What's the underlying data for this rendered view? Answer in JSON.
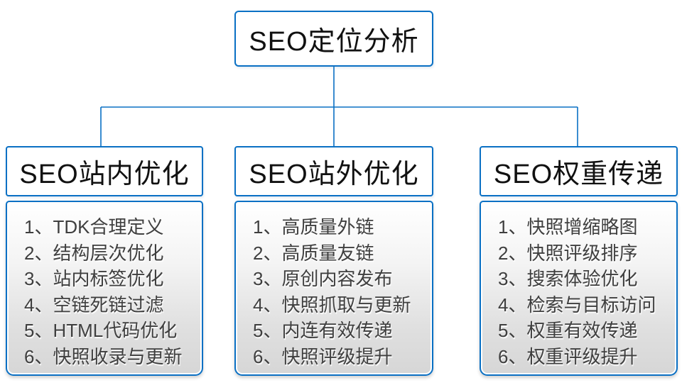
{
  "colors": {
    "accent_blue": "#0A70C4",
    "heading_text": "#111111",
    "item_text": "#3F3F3F",
    "panel_gradient_top": "#FFFFFF",
    "panel_gradient_bottom": "#D6D6D6"
  },
  "diagram": {
    "root": {
      "label": "SEO定位分析"
    },
    "columns": [
      {
        "header": "SEO站内优化",
        "items": [
          "1、TDK合理定义",
          "2、结构层次优化",
          "3、站内标签优化",
          "4、空链死链过滤",
          "5、HTML代码优化",
          "6、快照收录与更新"
        ]
      },
      {
        "header": "SEO站外优化",
        "items": [
          "1、高质量外链",
          "2、高质量友链",
          "3、原创内容发布",
          "4、快照抓取与更新",
          "5、内连有效传递",
          "6、快照评级提升"
        ]
      },
      {
        "header": "SEO权重传递",
        "items": [
          "1、快照增缩略图",
          "2、快照评级排序",
          "3、搜索体验优化",
          "4、检索与目标访问",
          "5、权重有效传递",
          "6、权重评级提升"
        ]
      }
    ]
  }
}
